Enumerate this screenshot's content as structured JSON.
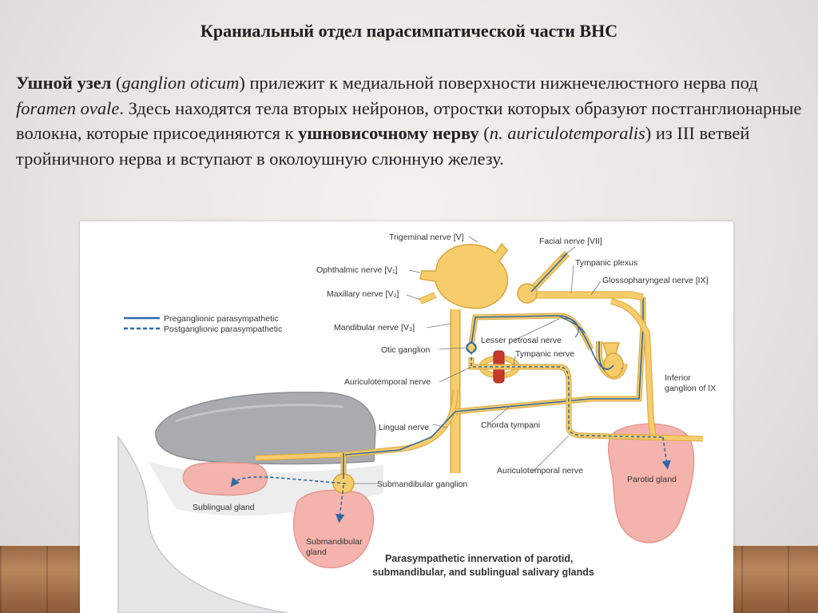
{
  "slide": {
    "title": "Краниальный отдел парасимпатической части ВНС",
    "paragraph": {
      "t1": "Ушной узел",
      "t2": " (",
      "t3": "ganglion oticum",
      "t4": ") прилежит к медиальной поверхности нижнечелюстного нерва под ",
      "t5": "foramen ovale",
      "t6": ". Здесь находятся тела вторых нейронов, отростки которых образуют постганглионарные волокна, которые присоединяются к ",
      "t7": "ушновисочному нерву",
      "t8": " (",
      "t9": "n. auriculotemporalis",
      "t10": ") из III ветвей тройничного нерва и вступают в околоушную слюнную железу."
    }
  },
  "diagram": {
    "legend": {
      "pre": "Preganglionic parasympathetic",
      "post": "Postganglionic parasympathetic"
    },
    "labels": {
      "trigeminal": "Trigeminal nerve [V]",
      "ophthalmic": "Ophthalmic nerve [V₁]",
      "maxillary": "Maxillary nerve [V₂]",
      "mandibular": "Mandibular nerve [V₃]",
      "otic": "Otic ganglion",
      "auriculotemporal_top": "Auriculotemporal nerve",
      "lingual": "Lingual nerve",
      "submandibular_ganglion": "Submandibular ganglion",
      "sublingual_gland": "Sublingual gland",
      "submandibular_gland_1": "Submandibular",
      "submandibular_gland_2": "gland",
      "facial": "Facial nerve [VII]",
      "tympanic_plexus": "Tympanic plexus",
      "glossopharyngeal": "Glossopharyngeal nerve [IX]",
      "lesser_petrosal": "Lesser petrosal nerve",
      "tympanic_nerve": "Tympanic nerve",
      "inferior_ganglion_1": "Inferior",
      "inferior_ganglion_2": "ganglion of IX",
      "chorda": "Chorda tympani",
      "auriculotemporal_bottom": "Auriculotemporal nerve",
      "parotid": "Parotid gland"
    },
    "caption": {
      "line1": "Parasympathetic innervation of parotid,",
      "line2": "submandibular, and sublingual salivary glands"
    },
    "colors": {
      "nerve": "#f7cc6a",
      "nerve_edge": "#d9a63c",
      "fiber": "#2f68a6",
      "gland": "#f5b3ad",
      "tongue": "#a9abae",
      "artery": "#c63a2e"
    }
  }
}
